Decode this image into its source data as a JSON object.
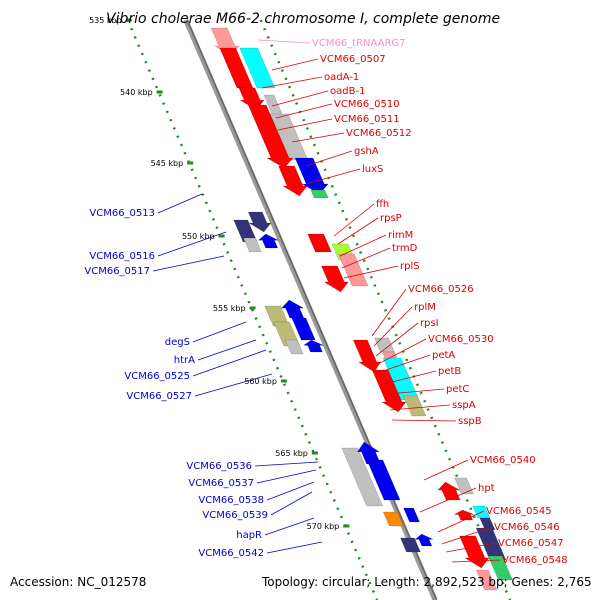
{
  "title": "Vibrio cholerae M66-2 chromosome I, complete genome",
  "footer": {
    "accession": "Accession: NC_012578",
    "summary": "Topology: circular; Length: 2,892,523 bp; Genes: 2,765"
  },
  "colors": {
    "forward_label": "#dd0000",
    "reverse_label": "#0000cc",
    "trna_label": "#ff88cc",
    "red": "#ff0000",
    "cyan": "#00ffff",
    "gray": "#c0c0c0",
    "blue": "#0000ee",
    "navy": "#333377",
    "olive": "#bbbb77",
    "lime": "#aaff33",
    "pink": "#ff9999",
    "magenta": "#ff1493",
    "orange": "#ff8800",
    "green": "#33cc66"
  },
  "ticks": [
    "535 kbp",
    "540 kbp",
    "545 kbp",
    "550 kbp",
    "555 kbp",
    "560 kbp",
    "565 kbp",
    "570 kbp"
  ],
  "labels_right": [
    "VCM66_tRNAARG7",
    "VCM66_0507",
    "oadA-1",
    "oadB-1",
    "VCM66_0510",
    "VCM66_0511",
    "VCM66_0512",
    "gshA",
    "luxS",
    "ffh",
    "rpsP",
    "rimM",
    "trmD",
    "rplS",
    "VCM66_0526",
    "rplM",
    "rpsI",
    "VCM66_0530",
    "petA",
    "petB",
    "petC",
    "sspA",
    "sspB",
    "VCM66_0540",
    "hpt",
    "VCM66_0545",
    "VCM66_0546",
    "VCM66_0547",
    "VCM66_0548"
  ],
  "labels_left": [
    "VCM66_0513",
    "VCM66_0516",
    "VCM66_0517",
    "degS",
    "htrA",
    "VCM66_0525",
    "VCM66_0527",
    "VCM66_0536",
    "VCM66_0537",
    "VCM66_0538",
    "VCM66_0539",
    "hapR",
    "VCM66_0542"
  ]
}
